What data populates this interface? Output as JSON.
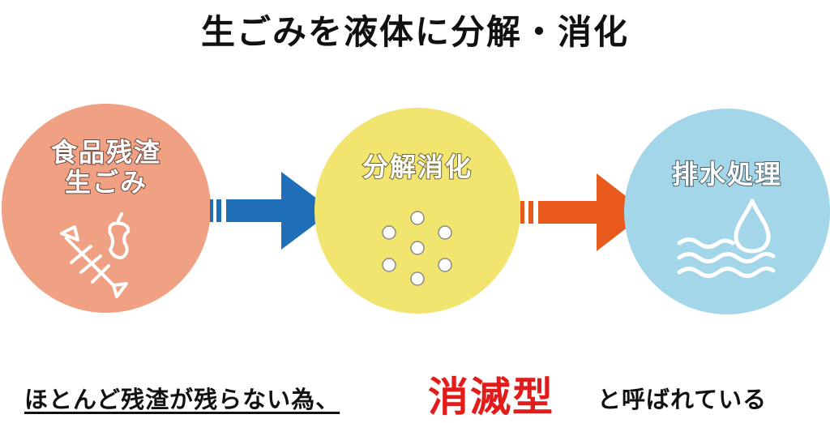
{
  "title": "生ごみを液体に分解・消化",
  "colors": {
    "circle1": "#f0a183",
    "circle2": "#f1e46f",
    "circle3": "#a3d6e8",
    "arrow1": "#1f6fb8",
    "arrow2": "#e85a1c",
    "highlight": "#e21b1b"
  },
  "steps": [
    {
      "label_line1": "食品残渣",
      "label_line2": "生ごみ",
      "icon": "fish-bone-and-apple-core-icon"
    },
    {
      "label_line1": "分解消化",
      "icon": "bubbles-icon"
    },
    {
      "label_line1": "排水処理",
      "icon": "water-drop-waves-icon"
    }
  ],
  "footer": {
    "left_text": "ほとんど残渣が残らない為、",
    "highlight_text": "消滅型",
    "right_text": "と呼ばれている"
  }
}
